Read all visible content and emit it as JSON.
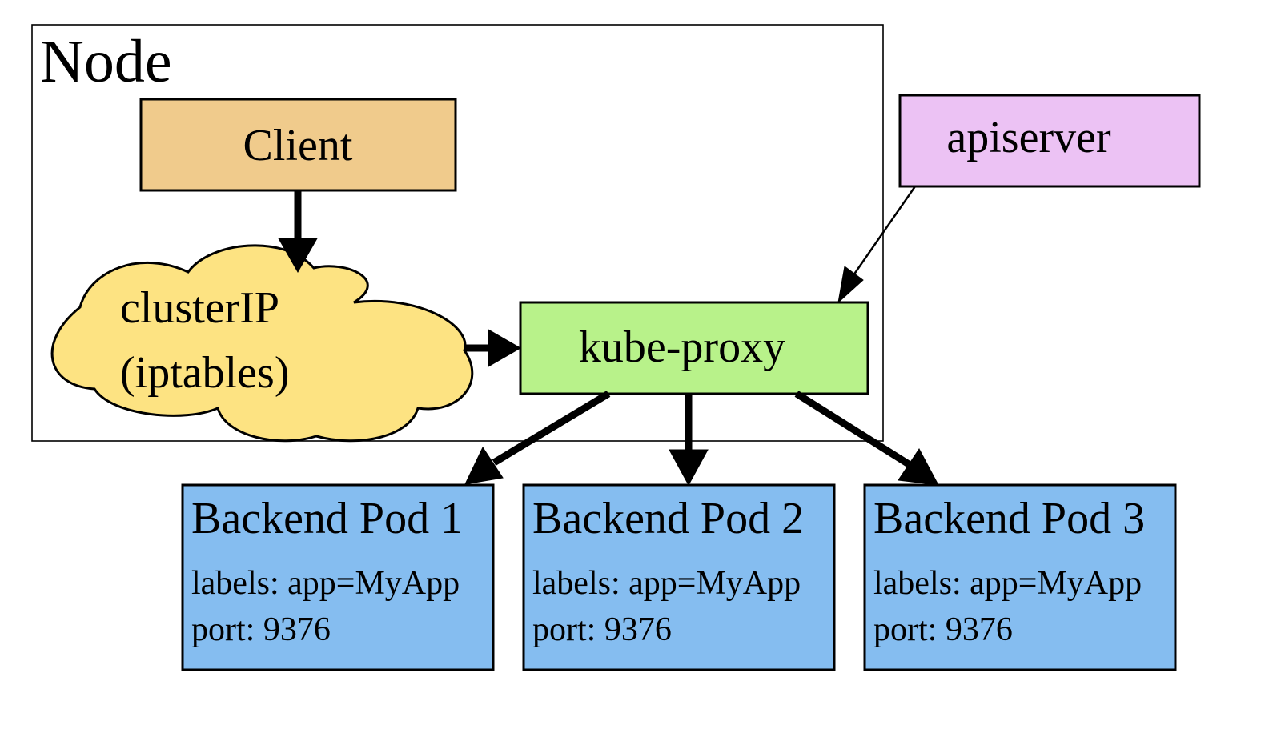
{
  "node": {
    "label": "Node"
  },
  "client": {
    "label": "Client",
    "color": "#f0cb8c"
  },
  "cluster_ip": {
    "line1": "clusterIP",
    "line2": "(iptables)",
    "color": "#fde382"
  },
  "kube_proxy": {
    "label": "kube-proxy",
    "color": "#b8f28a"
  },
  "apiserver": {
    "label": "apiserver",
    "color": "#ecc2f4"
  },
  "pods": [
    {
      "title": "Backend Pod 1",
      "labels": "labels: app=MyApp",
      "port": "port: 9376"
    },
    {
      "title": "Backend Pod 2",
      "labels": "labels: app=MyApp",
      "port": "port: 9376"
    },
    {
      "title": "Backend Pod 3",
      "labels": "labels: app=MyApp",
      "port": "port: 9376"
    }
  ],
  "pod_color": "#85bdf0",
  "edges": [
    {
      "from": "client",
      "to": "cluster_ip"
    },
    {
      "from": "cluster_ip",
      "to": "kube_proxy"
    },
    {
      "from": "apiserver",
      "to": "kube_proxy"
    },
    {
      "from": "kube_proxy",
      "to": "pod_1"
    },
    {
      "from": "kube_proxy",
      "to": "pod_2"
    },
    {
      "from": "kube_proxy",
      "to": "pod_3"
    }
  ]
}
